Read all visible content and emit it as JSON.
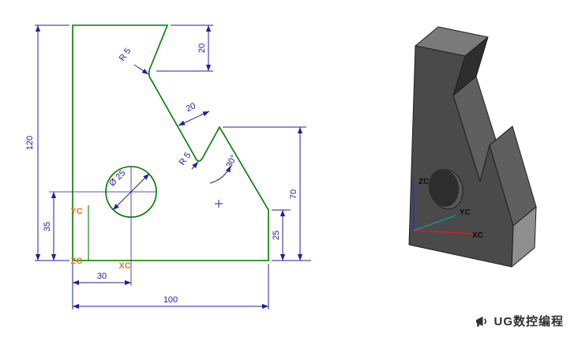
{
  "colors": {
    "profile": "#007a00",
    "dimension": "#20209f",
    "axis_label": "#e07820",
    "body_front": "#4a4a4a",
    "body_top": "#7a7a7a",
    "body_band": "#5f5f5f",
    "body_slot": "#2e2e2e",
    "body_side_light": "#8f8f8f",
    "axis_z_color": "#2233cc",
    "axis_x_color": "#cc2222",
    "axis_y_color": "#119999"
  },
  "drawing": {
    "dims": {
      "overall_height": "120",
      "overall_width": "100",
      "hole_offset_x": "30",
      "hole_offset_y": "35",
      "right_edge": "25",
      "peak_height": "70",
      "top_notch_depth": "20",
      "band_width": "20",
      "fillet_upper": "R 5",
      "fillet_lower": "R 5",
      "notch_angle": "30°",
      "hole_diameter": "Ø 25"
    },
    "axis_labels": {
      "yc": "YC",
      "xc": "XC",
      "zc": "ZC"
    }
  },
  "model": {
    "axis_labels": {
      "zc": "ZC",
      "yc": "YC",
      "xc": "XC"
    }
  },
  "watermark": {
    "icon": "megaphone",
    "text": "UG数控编程"
  }
}
